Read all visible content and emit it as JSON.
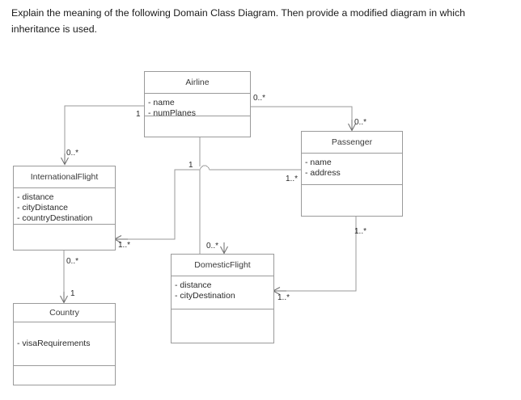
{
  "prompt": {
    "text": "Explain the meaning of the following Domain Class Diagram.  Then provide a modified diagram in which inheritance is used."
  },
  "diagram": {
    "kind": "uml-domain-class-diagram",
    "line_color": "#9a9a9a",
    "text_color": "#2b2b2b",
    "background": "#ffffff",
    "classes": [
      {
        "id": "airline",
        "name": "Airline",
        "attributes": [
          "- name",
          "- numPlanes"
        ],
        "operations": []
      },
      {
        "id": "passenger",
        "name": "Passenger",
        "attributes": [
          "- name",
          "- address"
        ],
        "operations": []
      },
      {
        "id": "internationalflight",
        "name": "InternationalFlight",
        "attributes": [
          "- distance",
          "- cityDistance",
          "- countryDestination"
        ],
        "operations": []
      },
      {
        "id": "domesticflight",
        "name": "DomesticFlight",
        "attributes": [
          "- distance",
          "- cityDestination"
        ],
        "operations": []
      },
      {
        "id": "country",
        "name": "Country",
        "attributes": [
          "- visaRequirements"
        ],
        "operations": []
      }
    ],
    "associations": [
      {
        "id": "airline-internationalflight",
        "from": "airline",
        "to": "internationalflight",
        "from_multiplicity": "1",
        "to_multiplicity": "0..*"
      },
      {
        "id": "airline-passenger",
        "from": "airline",
        "to": "passenger",
        "from_multiplicity": "0..*",
        "to_multiplicity": "0..*"
      },
      {
        "id": "airline-hub",
        "from": "airline",
        "to": "passenger",
        "from_multiplicity": "1",
        "to_multiplicity": "1..*"
      },
      {
        "id": "hub-internationalflight",
        "from": "airline",
        "to": "internationalflight",
        "from_multiplicity": "",
        "to_multiplicity": "1..*"
      },
      {
        "id": "hub-domesticflight",
        "from": "airline",
        "to": "domesticflight",
        "from_multiplicity": "",
        "to_multiplicity": "0..*"
      },
      {
        "id": "passenger-domesticflight",
        "from": "passenger",
        "to": "domesticflight",
        "from_multiplicity": "1..*",
        "to_multiplicity": "1..*"
      },
      {
        "id": "internationalflight-country",
        "from": "internationalflight",
        "to": "country",
        "from_multiplicity": "0..*",
        "to_multiplicity": "1"
      }
    ],
    "multiplicity_labels": [
      {
        "id": "m-airline-left",
        "text": "1"
      },
      {
        "id": "m-intl-top",
        "text": "0..*"
      },
      {
        "id": "m-airline-right",
        "text": "0..*"
      },
      {
        "id": "m-passenger-top",
        "text": "0..*"
      },
      {
        "id": "m-airline-bottom",
        "text": "1"
      },
      {
        "id": "m-passenger-left",
        "text": "1..*"
      },
      {
        "id": "m-intl-right",
        "text": "1..*"
      },
      {
        "id": "m-domestic-top",
        "text": "0..*"
      },
      {
        "id": "m-passenger-bottom",
        "text": "1..*"
      },
      {
        "id": "m-domestic-right",
        "text": "1..*"
      },
      {
        "id": "m-intl-bottom",
        "text": "0..*"
      },
      {
        "id": "m-country-top",
        "text": "1"
      }
    ]
  }
}
